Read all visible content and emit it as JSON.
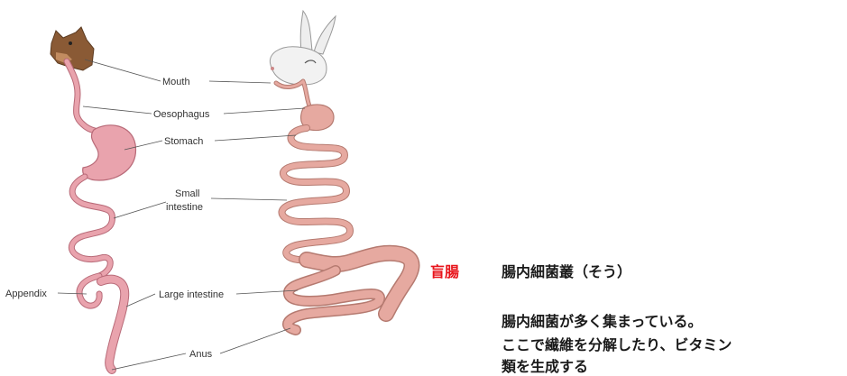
{
  "labels": {
    "mouth": "Mouth",
    "oesophagus": "Oesophagus",
    "stomach": "Stomach",
    "small_line1": "Small",
    "small_line2": "intestine",
    "appendix": "Appendix",
    "large_intestine": "Large intestine",
    "anus": "Anus"
  },
  "annotation": {
    "cecum": "盲腸",
    "title": "腸内細菌叢（そう）",
    "line1": "腸内細菌が多く集まっている。",
    "line2": "ここで繊維を分解したり、ビタミン",
    "line3": "類を生成する"
  },
  "colors": {
    "gut_fill": "#e9a3ad",
    "gut_edge": "#b86a78",
    "rabbit_gut": "#e6a9a0",
    "accent_red": "#e8141b"
  }
}
